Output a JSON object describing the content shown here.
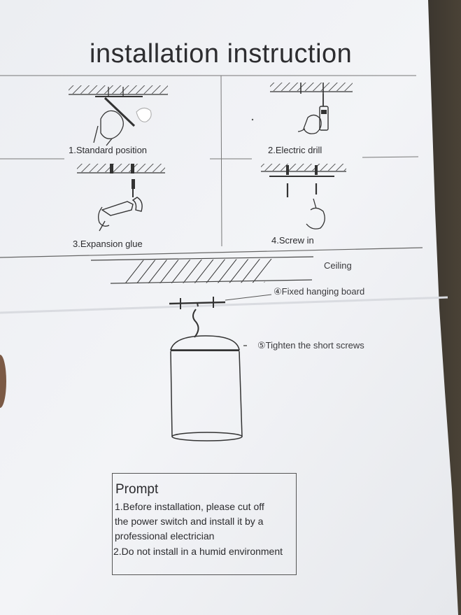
{
  "document": {
    "title": "installation instruction",
    "steps": [
      {
        "caption": "1.Standard position",
        "icon": "pencil-marking-icon"
      },
      {
        "caption": "2.Electric drill",
        "icon": "electric-drill-icon"
      },
      {
        "caption": "3.Expansion glue",
        "icon": "hammer-anchor-icon"
      },
      {
        "caption": "4.Screw in",
        "icon": "screwdriver-icon"
      }
    ],
    "diagram": {
      "ceiling_label": "Ceiling",
      "board_label": "④Fixed hanging board",
      "screws_label": "⑤Tighten the short screws"
    },
    "prompt": {
      "title": "Prompt",
      "lines": [
        "1.Before installation, please cut off",
        "the power switch and install it by a",
        "professional electrician",
        "2.Do not install in a humid environment"
      ]
    }
  }
}
